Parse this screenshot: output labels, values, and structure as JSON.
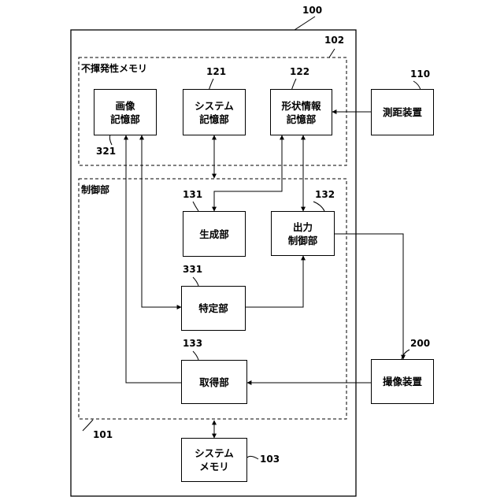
{
  "device": {
    "ref": "100"
  },
  "nonvolatile_memory": {
    "ref": "102",
    "label": "不揮発性メモリ"
  },
  "control_unit": {
    "ref": "101",
    "label": "制御部"
  },
  "blocks": {
    "image_storage": {
      "ref": "321",
      "label": "画像\n記憶部"
    },
    "system_storage": {
      "ref": "121",
      "label": "システム\n記憶部"
    },
    "shape_storage": {
      "ref": "122",
      "label": "形状情報\n記憶部"
    },
    "generation": {
      "ref": "131",
      "label": "生成部"
    },
    "output_control": {
      "ref": "132",
      "label": "出力\n制御部"
    },
    "identification": {
      "ref": "331",
      "label": "特定部"
    },
    "acquisition": {
      "ref": "133",
      "label": "取得部"
    },
    "system_memory": {
      "ref": "103",
      "label": "システム\nメモリ"
    }
  },
  "external": {
    "distance_device": {
      "ref": "110",
      "label": "測距装置"
    },
    "imaging_device": {
      "ref": "200",
      "label": "撮像装置"
    }
  }
}
